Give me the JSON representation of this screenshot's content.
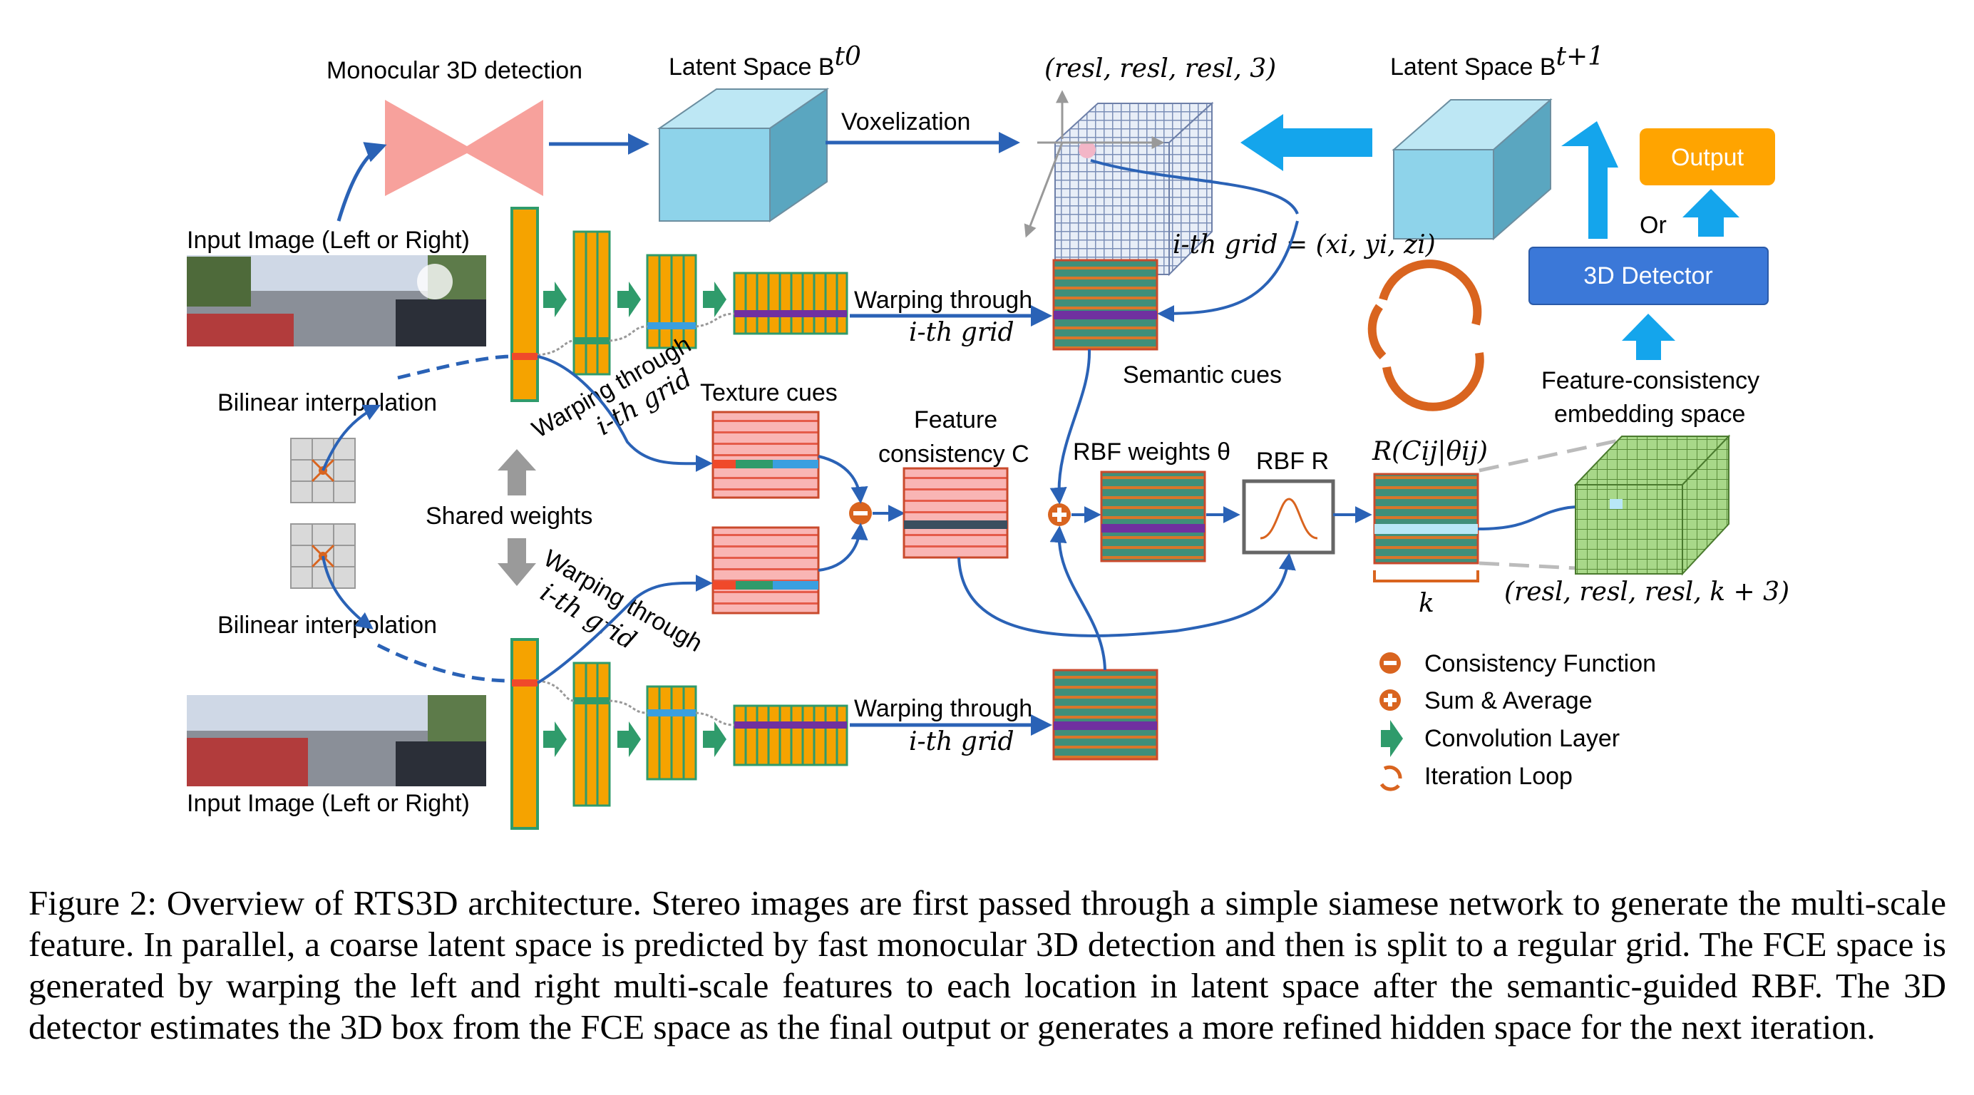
{
  "figure": {
    "labels": {
      "mono_det": "Monocular 3D detection",
      "latent_t0": "Latent Space B",
      "latent_t0_sup": "t0",
      "voxelization": "Voxelization",
      "resl3": "(resl, resl, resl, 3)",
      "latent_t1": "Latent Space B",
      "latent_t1_sup": "t+1",
      "output": "Output",
      "or": "Or",
      "detector": "3D Detector",
      "input_top": "Input Image (Left or Right)",
      "input_bottom": "Input Image (Left or Right)",
      "grid_eq": "i-th grid = (xi, yi, zi)",
      "warp_top": "Warping through",
      "warp_top_2": "i-th grid",
      "warp_bottom": "Warping through",
      "warp_bottom_2": "i-th grid",
      "warp_diag_top": "Warping through",
      "warp_diag_top_2": "i-th grid",
      "warp_diag_bottom": "Warping through",
      "warp_diag_bottom_2": "i-th grid",
      "semantic": "Semantic cues",
      "texture": "Texture cues",
      "bilinear_top": "Bilinear interpolation",
      "bilinear_bottom": "Bilinear interpolation",
      "shared": "Shared weights",
      "feat_cons_1": "Feature",
      "feat_cons_2": "consistency C",
      "rbf_weights": "RBF weights θ",
      "rbf": "RBF R",
      "rc": "R(Cij|θij)",
      "fce_1": "Feature-consistency",
      "fce_2": "embedding space",
      "k": "k",
      "resl_k": "(resl, resl, resl, k + 3)"
    },
    "legend": [
      {
        "label": "Consistency Function",
        "icon": "minus-circle-icon"
      },
      {
        "label": "Sum & Average",
        "icon": "plus-circle-icon"
      },
      {
        "label": "Convolution Layer",
        "icon": "green-arrow-icon"
      },
      {
        "label": "Iteration Loop",
        "icon": "loop-icon"
      }
    ],
    "colors": {
      "feature_orange": "#f5a300",
      "feature_green": "#2f9b6b",
      "pink": "#f7a9a8",
      "cyan_box": "#8ed3ea",
      "arrow_blue": "#2a62b6",
      "bright_blue": "#1aa7ec",
      "output_orange": "#ffa400",
      "detector_blue": "#3b78d8",
      "loop_orange": "#d9641f",
      "purple": "#7030a0",
      "red_strip": "#f0492a"
    }
  },
  "caption": "Figure 2: Overview of RTS3D architecture. Stereo images are first passed through a simple siamese network to generate the multi-scale feature. In parallel, a coarse latent space is predicted by fast monocular 3D detection and then is split to a regular grid. The FCE space is generated by warping the left and right multi-scale features to each location in latent space after the semantic-guided RBF. The 3D detector estimates the 3D box from the FCE space as the final output or generates a more refined hidden space for the next iteration."
}
